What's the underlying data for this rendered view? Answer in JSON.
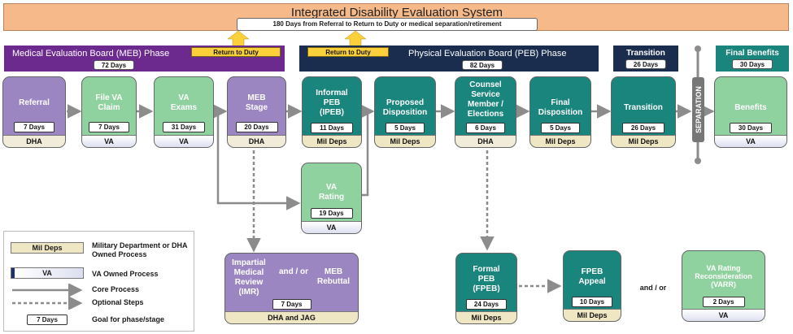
{
  "header": {
    "title": "Integrated Disability Evaluation System",
    "subtitle": "180 Days from Referral to Return to Duty or medical separation/retirement"
  },
  "phases": {
    "meb": {
      "title": "Medical Evaluation Board (MEB) Phase",
      "days": "72 Days",
      "return_to_duty": "Return to Duty",
      "color": "#6c2a8f"
    },
    "peb": {
      "title": "Physical Evaluation Board (PEB) Phase",
      "days": "82 Days",
      "return_to_duty": "Return to Duty",
      "color": "#1b2d4f"
    },
    "transition": {
      "title": "Transition",
      "days": "26 Days",
      "color": "#1b2d4f"
    },
    "final_benefits": {
      "title": "Final Benefits",
      "days": "30 Days",
      "color": "#19857d"
    }
  },
  "separation_label": "SEPARATION",
  "steps": {
    "referral": {
      "label": "Referral",
      "days": "7 Days",
      "owner": "DHA"
    },
    "file_va_claim": {
      "label": "File VA Claim",
      "days": "7 Days",
      "owner": "VA"
    },
    "va_exams": {
      "label": "VA Exams",
      "days": "31 Days",
      "owner": "VA"
    },
    "meb_stage": {
      "label": "MEB Stage",
      "days": "20 Days",
      "owner": "DHA"
    },
    "informal_peb": {
      "label": "Informal PEB (IPEB)",
      "days": "11 Days",
      "owner": "Mil Deps"
    },
    "proposed_disposition": {
      "label": "Proposed Disposition",
      "days": "5 Days",
      "owner": "Mil Deps"
    },
    "counsel": {
      "label": "Counsel Service Member / Elections",
      "days": "6 Days",
      "owner": "DHA"
    },
    "final_disposition": {
      "label": "Final Disposition",
      "days": "5 Days",
      "owner": "Mil Deps"
    },
    "transition": {
      "label": "Transition",
      "days": "26 Days",
      "owner": "Mil Deps"
    },
    "benefits": {
      "label": "Benefits",
      "days": "30 Days",
      "owner": "VA"
    },
    "va_rating": {
      "label": "VA Rating",
      "days": "19 Days",
      "owner": "VA"
    },
    "imr": {
      "label_left": "Impartial Medical Review (IMR)",
      "label_mid": "and / or",
      "label_right": "MEB Rebuttal",
      "days": "7 Days",
      "owner": "DHA and JAG"
    },
    "formal_peb": {
      "label": "Formal PEB (FPEB)",
      "days": "24 Days",
      "owner": "Mil Deps"
    },
    "fpeb_appeal": {
      "label": "FPEB Appeal",
      "days": "10 Days",
      "owner": "Mil Deps"
    },
    "varr": {
      "label": "VA Rating Reconsideration (VARR)",
      "days": "2 Days",
      "owner": "VA"
    }
  },
  "and_or": "and / or",
  "legend": {
    "mil_deps_swatch": "Mil Deps",
    "mil_deps_text": "Military Department or DHA Owned Process",
    "va_swatch": "VA",
    "va_text": "VA Owned Process",
    "core": "Core Process",
    "optional": "Optional Steps",
    "goal_swatch": "7 Days",
    "goal_text": "Goal for phase/stage"
  }
}
